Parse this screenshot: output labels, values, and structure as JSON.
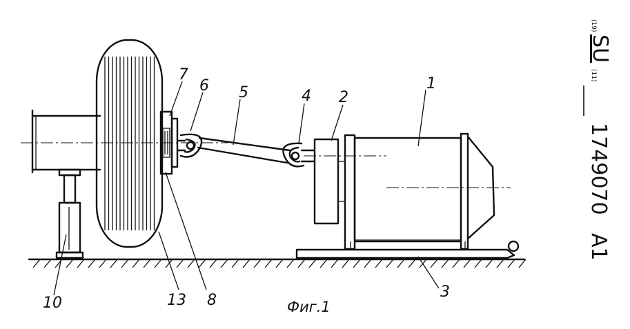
{
  "patent": {
    "country_prefix": "(19)",
    "country": "SU",
    "number_prefix": "(11)",
    "number": "1749070",
    "kind": "A1"
  },
  "figure_caption": "Фиг.1",
  "labels": {
    "l1": "1",
    "l2": "2",
    "l3": "3",
    "l4": "4",
    "l5": "5",
    "l6": "6",
    "l7": "7",
    "l8": "8",
    "l10": "10",
    "l13": "13"
  }
}
